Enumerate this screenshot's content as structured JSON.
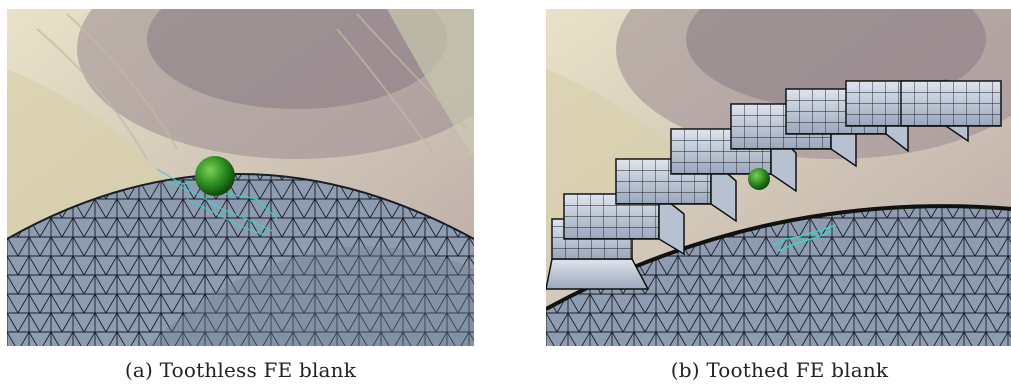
{
  "figures": [
    {
      "id": "a",
      "label": "(a)",
      "caption": "Toothless FE blank"
    },
    {
      "id": "b",
      "label": "(b)",
      "caption": "Toothed FE blank"
    }
  ],
  "colors": {
    "mesh_fill": "#8e9cb2",
    "mesh_line": "#1a1d24",
    "contact_highlight": "#31d6c8",
    "sphere": "#2f8f22",
    "tool_tint": "#cfc4a8"
  }
}
